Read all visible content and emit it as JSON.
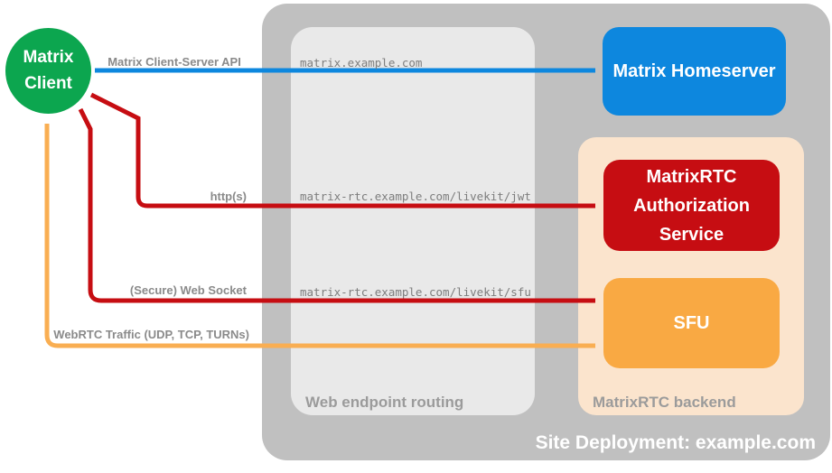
{
  "deployment": {
    "label": "Site Deployment: example.com"
  },
  "groups": {
    "routing": {
      "label": "Web endpoint routing"
    },
    "backend": {
      "label": "MatrixRTC backend"
    }
  },
  "nodes": {
    "client": {
      "label": "Matrix Client"
    },
    "homeserver": {
      "label": "Matrix Homeserver"
    },
    "auth_service": {
      "label": "MatrixRTC Authorization Service"
    },
    "sfu": {
      "label": "SFU"
    }
  },
  "edges": [
    {
      "id": "client-server-api",
      "label": "Matrix Client-Server API",
      "endpoint": "matrix.example.com",
      "from": "Matrix Client",
      "to": "Matrix Homeserver",
      "direction": "bidirectional",
      "color": "#0D87DE"
    },
    {
      "id": "https",
      "label": "http(s)",
      "endpoint": "matrix-rtc.example.com/livekit/jwt",
      "from": "MatrixRTC Authorization Service",
      "to": "Matrix Client",
      "direction": "bidirectional",
      "color": "#C60D12"
    },
    {
      "id": "web-socket",
      "label": "(Secure) Web Socket",
      "endpoint": "matrix-rtc.example.com/livekit/sfu",
      "from": "SFU",
      "to": "Matrix Client",
      "direction": "bidirectional",
      "color": "#C60D12"
    },
    {
      "id": "webrtc-traffic",
      "label": "WebRTC Traffic (UDP, TCP, TURNs)",
      "endpoint": "",
      "from": "SFU",
      "to": "Matrix Client",
      "direction": "bidirectional",
      "color": "#F9AE52"
    }
  ],
  "colors": {
    "client-green": "#0CA64F",
    "homeserver-blue": "#0D87DE",
    "auth-red": "#C60D12",
    "sfu-orange": "#F9A943",
    "webrtc-orange": "#F9AE52",
    "deployment-gray": "#C0C0C0",
    "routing-gray": "#E9E9E9",
    "backend-peach": "#FBE4CD",
    "edge-label-gray": "#8A8A8A",
    "url-gray": "#7D7D7D",
    "group-label-gray": "#9B9B9B"
  }
}
